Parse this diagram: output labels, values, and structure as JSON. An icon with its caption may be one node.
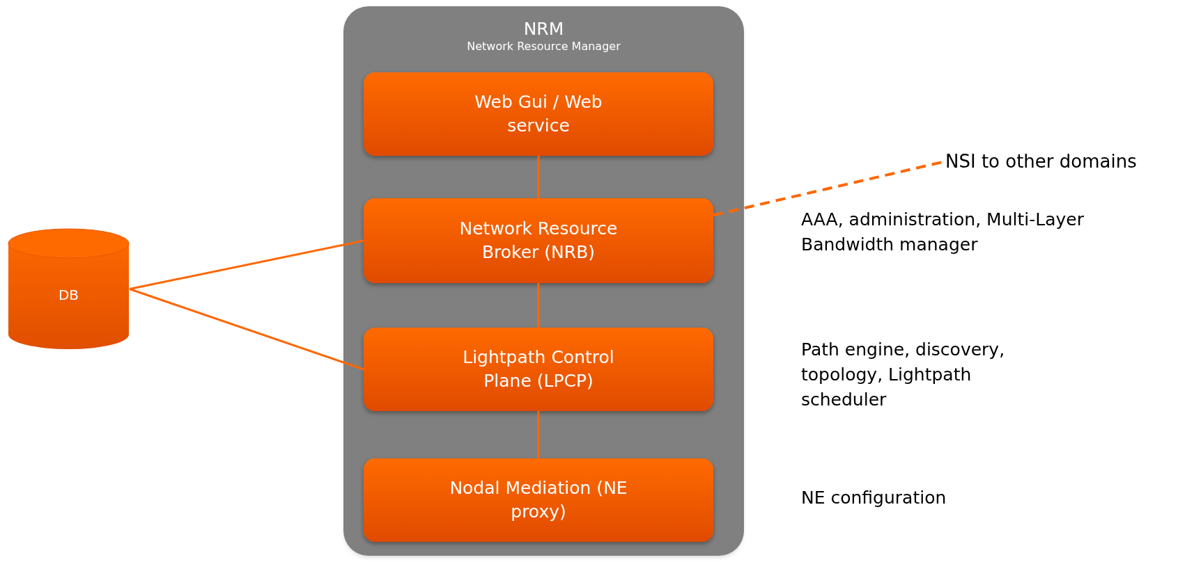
{
  "diagram": {
    "nodes": [
      {
        "text": [
          "NRM",
          "Network Resource Manager"
        ]
      },
      {
        "text": [
          "Web Gui / Web service"
        ],
        "in": 0
      },
      {
        "text": [
          "Network Resource Broker (NRB)"
        ],
        "in": 0
      },
      {
        "text": [
          "Lightpath Control Plane (LPCP)"
        ],
        "in": 0
      },
      {
        "text": [
          "Nodal Mediation (NE proxy)"
        ],
        "in": 0
      },
      {
        "text": [
          "DB"
        ]
      },
      {
        "text": [
          "NSI to other domains"
        ]
      }
    ],
    "edges": [
      {
        "from": 1,
        "to": 2,
        "arrow": "none"
      },
      {
        "from": 2,
        "to": 3,
        "arrow": "none"
      },
      {
        "from": 3,
        "to": 4,
        "arrow": "none"
      },
      {
        "from": 5,
        "to": 2,
        "arrow": "none"
      },
      {
        "from": 5,
        "to": 3,
        "arrow": "none"
      },
      {
        "from": 2,
        "to": 6,
        "arrow": "none",
        "style": "dashed"
      }
    ],
    "labels": [
      "AAA, administration, Multi-Layer Bandwidth manager",
      "Path engine, discovery, topology, Lightpath scheduler",
      "NE configuration"
    ]
  }
}
